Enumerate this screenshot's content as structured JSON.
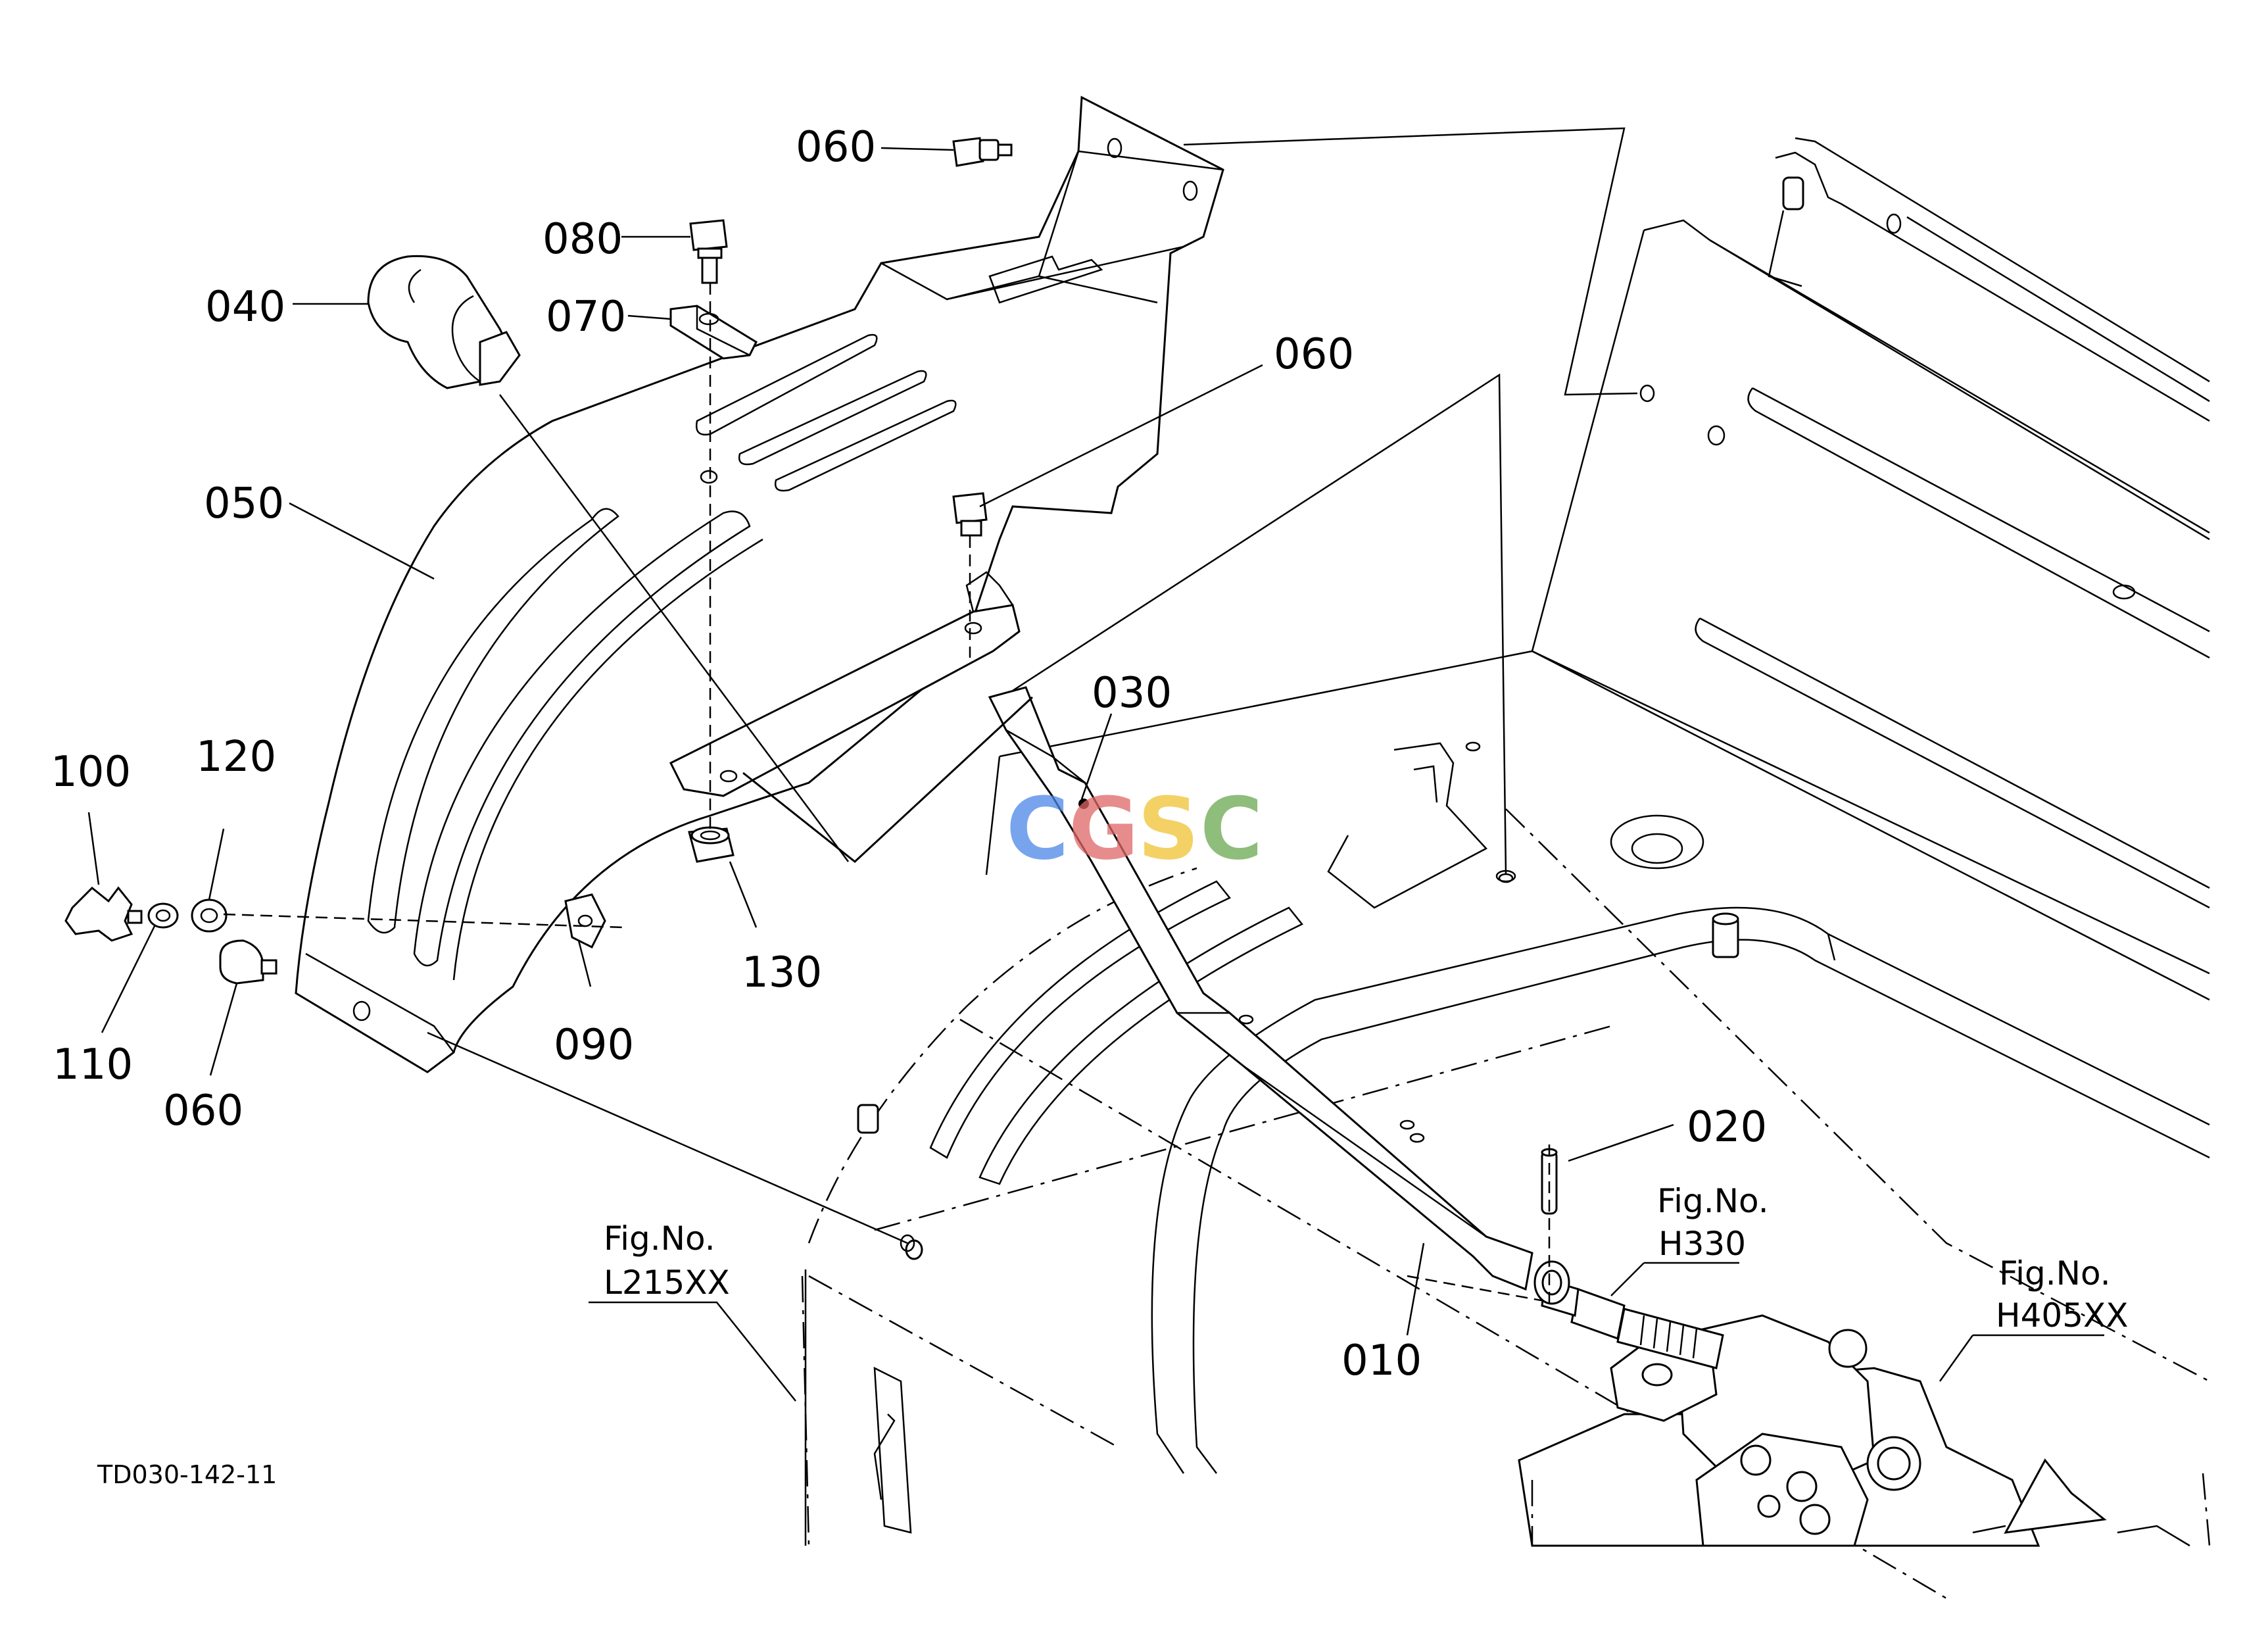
{
  "diagram": {
    "code": "TD030-142-11",
    "watermark": {
      "letters": [
        "C",
        "G",
        "S",
        "C"
      ],
      "colors": [
        "#4a86e8",
        "#e06666",
        "#f1c232",
        "#6aa84f"
      ]
    },
    "callouts": {
      "p010": "010",
      "p020": "020",
      "p030": "030",
      "p040": "040",
      "p050": "050",
      "p060_top": "060",
      "p060_mid": "060",
      "p060_bottom": "060",
      "p070": "070",
      "p080": "080",
      "p090": "090",
      "p100": "100",
      "p110": "110",
      "p120": "120",
      "p130": "130"
    },
    "refs": {
      "l215": {
        "prefix": "Fig.No.",
        "code": "L215XX"
      },
      "h330": {
        "prefix": "Fig.No.",
        "code": "H330"
      },
      "h405": {
        "prefix": "Fig.No.",
        "code": "H405XX"
      }
    }
  }
}
